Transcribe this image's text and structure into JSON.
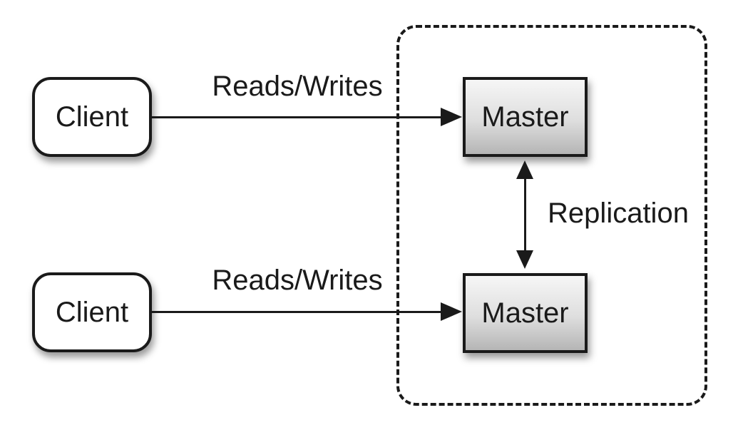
{
  "colors": {
    "background": "#ffffff",
    "stroke": "#1a1a1a",
    "client_fill": "#ffffff",
    "master_fill_light": "#f6f6f6",
    "master_fill_dark": "#b5b5b5"
  },
  "diagram": {
    "type": "architecture-diagram",
    "topic": "master-master replication",
    "clients": [
      {
        "label": "Client"
      },
      {
        "label": "Client"
      }
    ],
    "masters": [
      {
        "label": "Master"
      },
      {
        "label": "Master"
      }
    ],
    "arrows": [
      {
        "from": "client-top",
        "to": "master-top",
        "label": "Reads/Writes",
        "direction": "right"
      },
      {
        "from": "client-bottom",
        "to": "master-bottom",
        "label": "Reads/Writes",
        "direction": "right"
      },
      {
        "from": "master-top",
        "to": "master-bottom",
        "label": "Replication",
        "direction": "both"
      }
    ],
    "group": {
      "contains": [
        "master-top",
        "master-bottom"
      ],
      "border_style": "dashed"
    }
  }
}
